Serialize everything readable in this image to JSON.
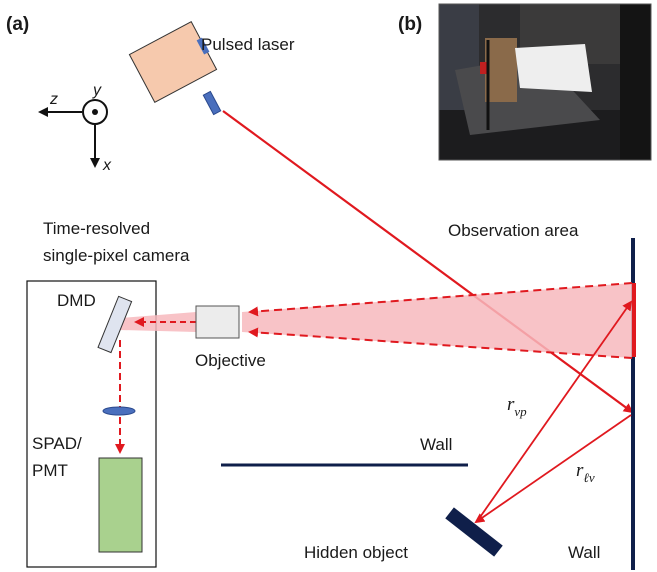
{
  "panel_labels": {
    "a": "(a)",
    "b": "(b)"
  },
  "axes": {
    "z": "z",
    "y": "y",
    "x": "x"
  },
  "labels": {
    "pulsed_laser": "Pulsed laser",
    "camera_line1": "Time-resolved",
    "camera_line2": "single-pixel camera",
    "observation_area": "Observation area",
    "dmd": "DMD",
    "objective": "Objective",
    "spad_line1": "SPAD/",
    "spad_line2": "PMT",
    "wall_middle": "Wall",
    "wall_right": "Wall",
    "hidden_object": "Hidden object",
    "r_vp": "r",
    "r_vp_sub": "vp",
    "r_lv": "r",
    "r_lv_sub": "ℓv"
  },
  "colors": {
    "laser_body": "#f6c9ad",
    "lens": "#4a6fbd",
    "beam": "#e0191f",
    "cone": "#f7b9bd",
    "wall": "#0f1f4a",
    "objective_box": "#ececec",
    "detector": "#a9d18e",
    "dmd": "#dfe4ef"
  }
}
